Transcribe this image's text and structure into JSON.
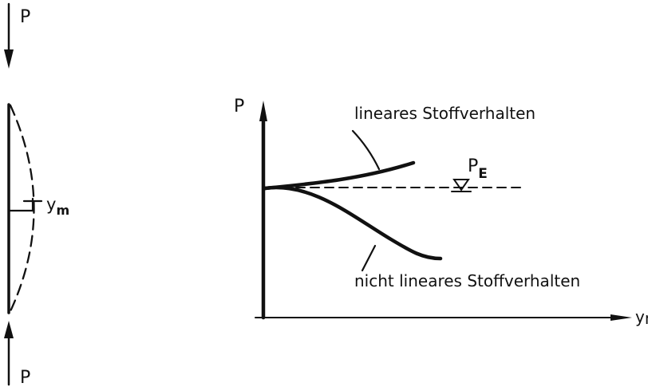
{
  "column": {
    "load_top": "P",
    "load_bottom": "P",
    "deflection_label": "y",
    "deflection_subscript": "m"
  },
  "graph": {
    "y_axis_label": "P",
    "x_axis_label": "y",
    "x_axis_subscript": "m",
    "euler_load_label": "P",
    "euler_load_subscript": "E",
    "curve_linear_label": "lineares Stoffverhalten",
    "curve_nonlinear_label": "nicht lineares Stoffverhalten"
  }
}
